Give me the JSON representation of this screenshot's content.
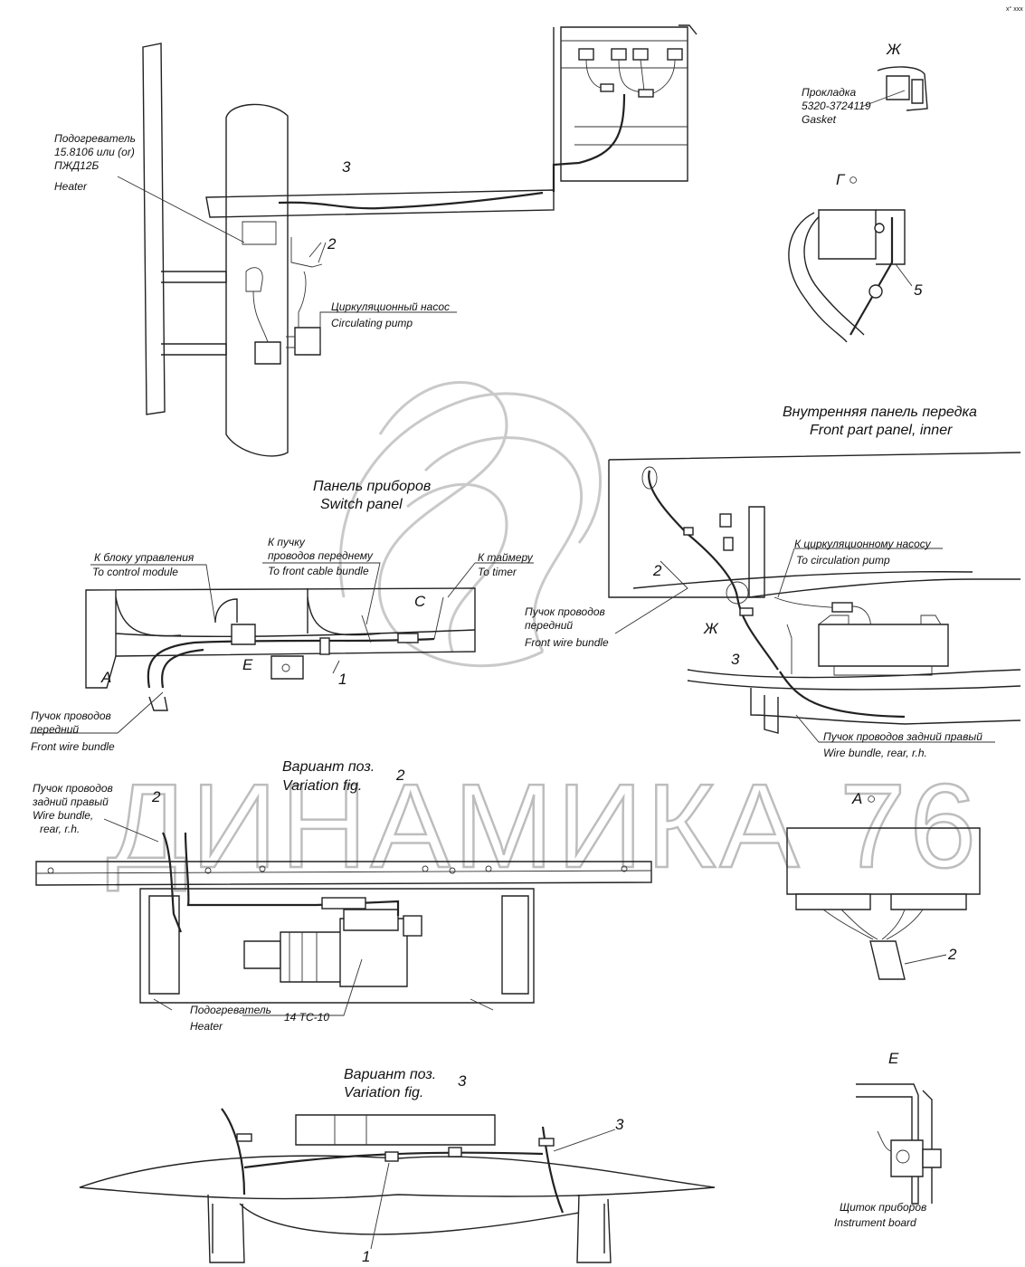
{
  "corner_mark": "x° xxx",
  "top_left": {
    "heater_ru_1": "Подогреватель",
    "heater_ru_2": "15.8106 или (or)",
    "heater_ru_3": "ПЖД12Б",
    "heater_en": "Heater",
    "num_3": "3",
    "num_2": "2",
    "pump_ru": "Циркуляционный насос",
    "pump_en": "Circulating pump"
  },
  "view_zh": {
    "letter": "Ж",
    "gasket_ru": "Прокладка",
    "gasket_part": "5320-3724119",
    "gasket_en": "Gasket"
  },
  "view_g": {
    "letter": "Г ○",
    "num_5": "5"
  },
  "front_panel": {
    "title_ru": "Внутренняя панель передка",
    "title_en": "Front part panel, inner",
    "num_2": "2",
    "num_3": "3",
    "letter_zh": "Ж",
    "to_pump_ru": "К циркуляционному насосу",
    "to_pump_en": "To circulation pump",
    "front_bundle_ru_1": "Пучок проводов",
    "front_bundle_ru_2": "передний",
    "front_bundle_en": "Front wire bundle",
    "rear_bundle_ru": "Пучок проводов задний правый",
    "rear_bundle_en": "Wire bundle, rear, r.h."
  },
  "switch_panel": {
    "title_ru": "Панель приборов",
    "title_en": "Switch panel",
    "to_control_ru": "К блоку управления",
    "to_control_en": "To control module",
    "to_front_ru_1": "К пучку",
    "to_front_ru_2": "проводов переднему",
    "to_front_en": "To front cable bundle",
    "to_timer_ru": "К таймеру",
    "to_timer_en": "To timer",
    "letter_a": "А",
    "letter_e": "Е",
    "letter_c": "С",
    "num_1": "1",
    "front_bundle_ru_1": "Пучок проводов",
    "front_bundle_ru_2": "передний",
    "front_bundle_en": "Front wire bundle"
  },
  "variant_2": {
    "title_ru": "Вариант поз.",
    "title_en": "Variation fig.",
    "num": "2",
    "bundle_ru_1": "Пучок проводов",
    "bundle_ru_2": "задний правый",
    "bundle_en_1": "Wire bundle,",
    "bundle_en_2": "rear, r.h.",
    "num_2": "2",
    "heater_ru": "Подогреватель",
    "heater_model": "14 ТС-10",
    "heater_en": "Heater"
  },
  "view_a": {
    "letter": "А ○",
    "num_2": "2"
  },
  "variant_3": {
    "title_ru": "Вариант поз.",
    "title_en": "Variation fig.",
    "num": "3",
    "num_3": "3",
    "num_1": "1"
  },
  "view_e": {
    "letter": "Е",
    "board_ru": "Щиток приборов",
    "board_en": "Instrument board"
  },
  "watermark": {
    "text": "ДИНАМИКА 76"
  }
}
